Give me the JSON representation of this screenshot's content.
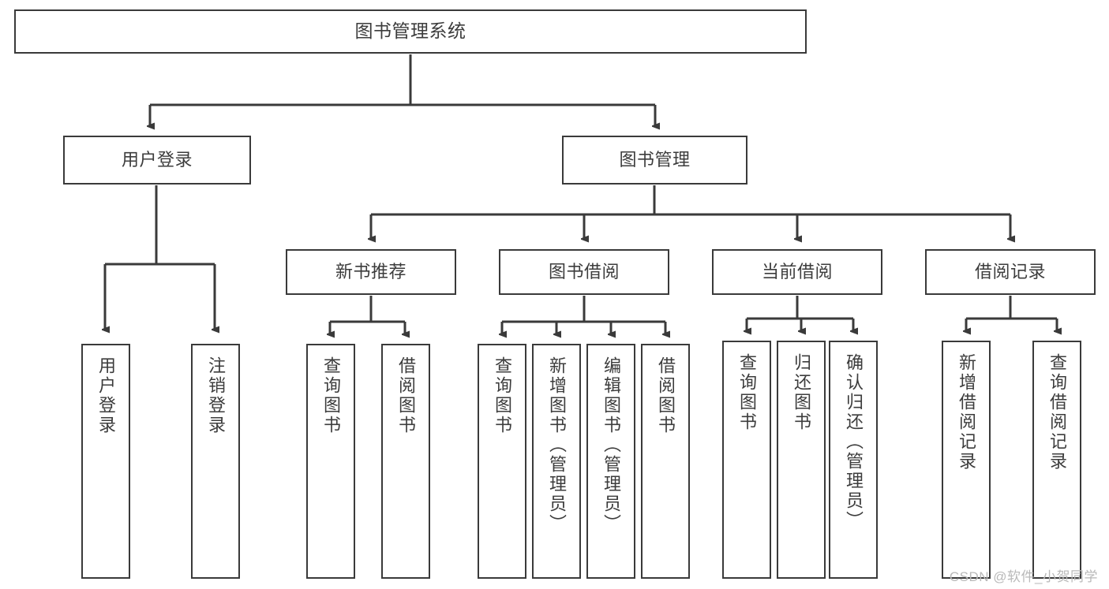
{
  "diagram": {
    "title": "图书管理系统",
    "type": "tree-hierarchy",
    "watermark": "CSDN @软件_小贺同学",
    "colors": {
      "border": "#3a3a3a",
      "text": "#3c3c3c",
      "background": "#ffffff",
      "watermark": "#b9b9b9"
    },
    "root": {
      "label": "图书管理系统"
    },
    "level2": [
      {
        "id": "user-login",
        "label": "用户登录"
      },
      {
        "id": "book-management",
        "label": "图书管理"
      }
    ],
    "level3": [
      {
        "id": "new-book-recommend",
        "label": "新书推荐",
        "parent": "book-management"
      },
      {
        "id": "book-borrow",
        "label": "图书借阅",
        "parent": "book-management"
      },
      {
        "id": "current-borrow",
        "label": "当前借阅",
        "parent": "book-management"
      },
      {
        "id": "borrow-record",
        "label": "借阅记录",
        "parent": "book-management"
      }
    ],
    "leaves": {
      "user_login": [
        {
          "id": "leaf-user-login",
          "label": "用户登录"
        },
        {
          "id": "leaf-user-logout",
          "label": "注销登录"
        }
      ],
      "new_book_recommend": [
        {
          "id": "leaf-query-book-1",
          "label": "查询图书"
        },
        {
          "id": "leaf-borrow-book-1",
          "label": "借阅图书"
        }
      ],
      "book_borrow": [
        {
          "id": "leaf-query-book-2",
          "label": "查询图书"
        },
        {
          "id": "leaf-add-book",
          "label": "新增图书（管理员）"
        },
        {
          "id": "leaf-edit-book",
          "label": "编辑图书（管理员）"
        },
        {
          "id": "leaf-borrow-book-2",
          "label": "借阅图书"
        }
      ],
      "current_borrow": [
        {
          "id": "leaf-query-book-3",
          "label": "查询图书"
        },
        {
          "id": "leaf-return-book",
          "label": "归还图书"
        },
        {
          "id": "leaf-confirm-return",
          "label": "确认归还（管理员）"
        }
      ],
      "borrow_record": [
        {
          "id": "leaf-add-record",
          "label": "新增借阅记录"
        },
        {
          "id": "leaf-query-record",
          "label": "查询借阅记录"
        }
      ]
    }
  }
}
